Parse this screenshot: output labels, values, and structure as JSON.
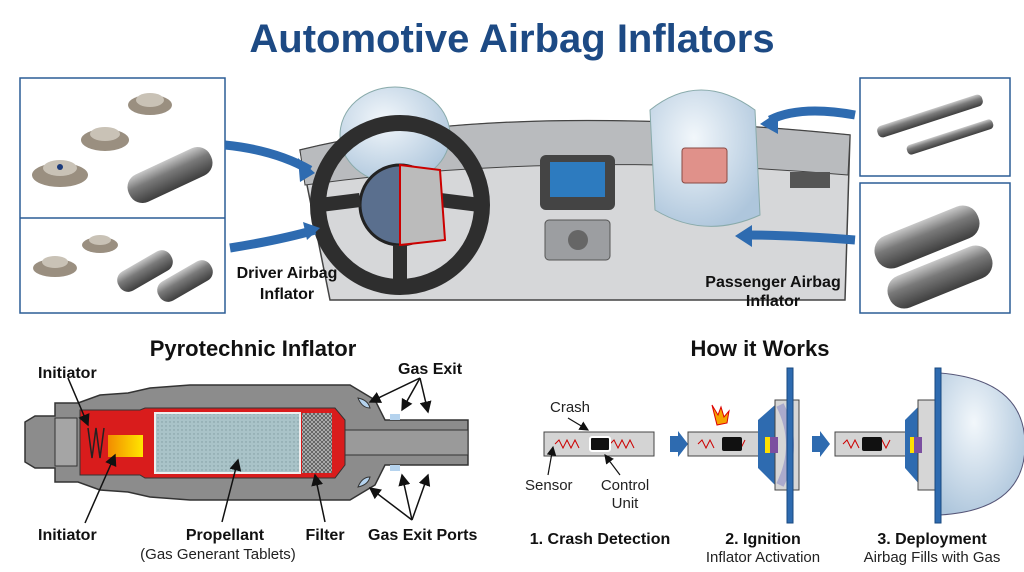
{
  "title": "Automotive Airbag Inflators",
  "top": {
    "driver_label_1": "Driver Airbag",
    "driver_label_2": "Inflator",
    "passenger_label_1": "Passenger Airbag",
    "passenger_label_2": "Inflator"
  },
  "pyrotechnic": {
    "title": "Pyrotechnic Inflator",
    "initiator_top": "Initiator",
    "initiator_bottom": "Initiator",
    "gas_exit": "Gas Exit",
    "propellant": "Propellant",
    "propellant_sub": "(Gas Generant Tablets)",
    "filter": "Filter",
    "gas_exit_ports": "Gas Exit Ports"
  },
  "how_it_works": {
    "title": "How it Works",
    "crash": "Crash",
    "sensor": "Sensor",
    "control_1": "Control",
    "control_2": "Unit",
    "steps": [
      {
        "title": "1. Crash Detection",
        "sub": ""
      },
      {
        "title": "2. Ignition",
        "sub": "Inflator Activation"
      },
      {
        "title": "3. Deployment",
        "sub": "Airbag Fills with Gas"
      }
    ]
  },
  "colors": {
    "title": "#1d4a84",
    "arrow": "#2e6bb0",
    "red": "#d91c1c",
    "steel": "#8a8a8a"
  }
}
